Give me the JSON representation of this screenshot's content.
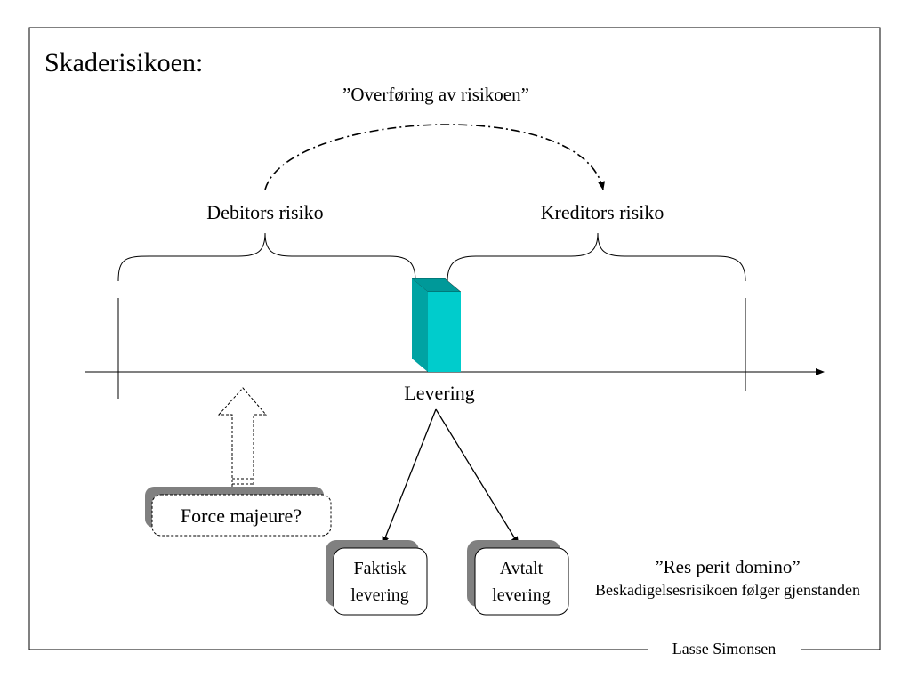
{
  "slide": {
    "title": "Skaderisikoen:",
    "transfer_label": "”Overføring av risikoen”",
    "debtor_risk": "Debitors risiko",
    "creditor_risk": "Kreditors risiko",
    "delivery": "Levering",
    "force_majeure": "Force majeure?",
    "actual_delivery": [
      "Faktisk",
      "levering"
    ],
    "agreed_delivery": [
      "Avtalt",
      "levering"
    ],
    "maxim": "”Res perit domino”",
    "maxim_explanation": "Beskadigelsesrisikoen følger gjenstanden",
    "author": "Lasse Simonsen"
  },
  "colors": {
    "block_front": "#00cccc",
    "block_top": "#009999",
    "block_side": "#00a3a3",
    "shadow": "#808080"
  }
}
